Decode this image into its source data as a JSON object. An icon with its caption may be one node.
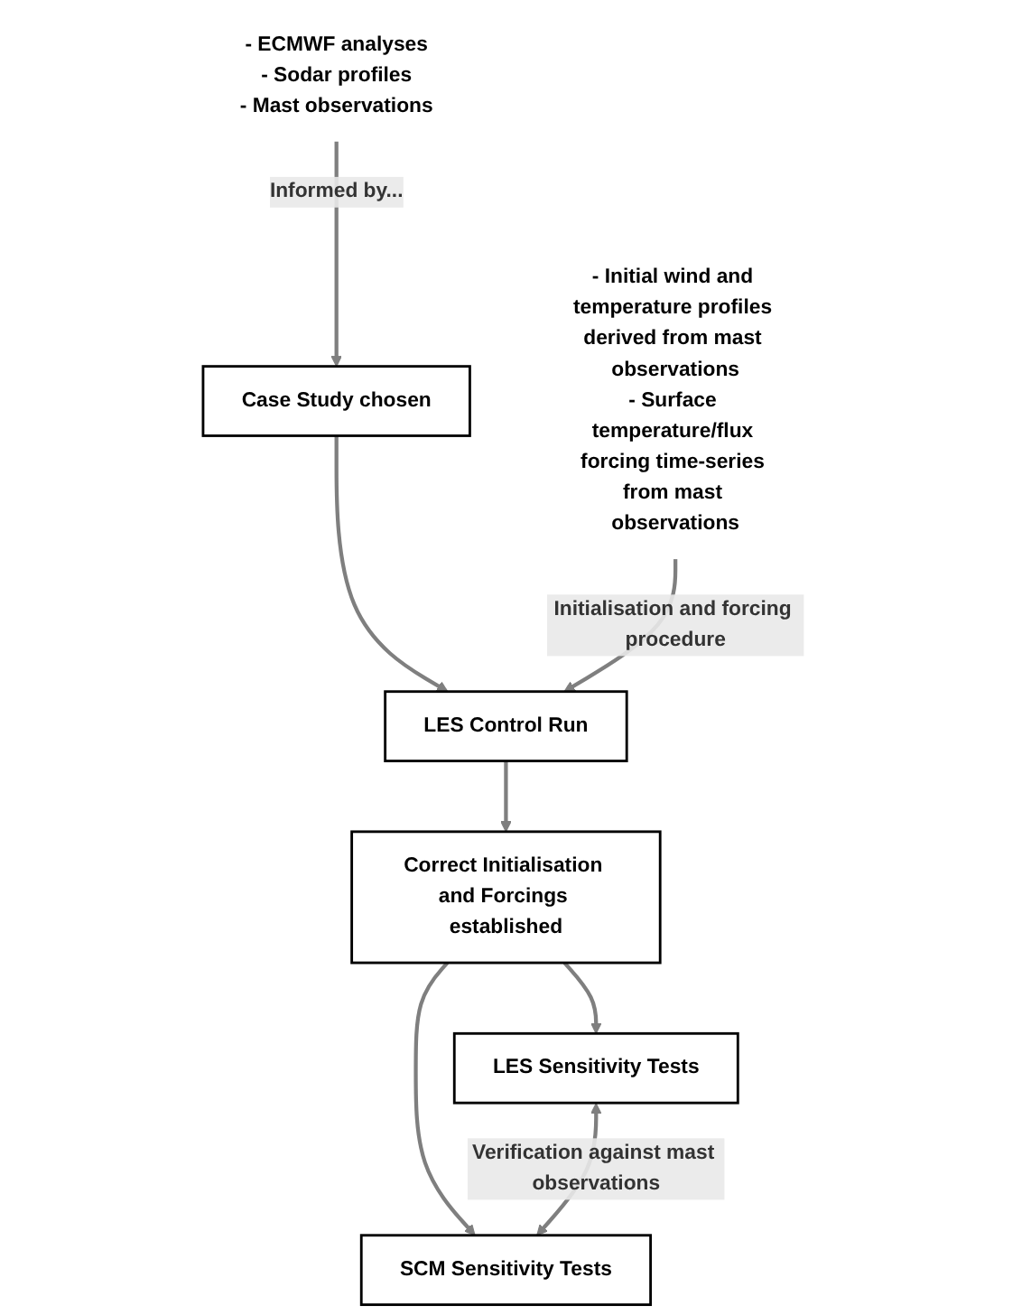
{
  "diagram": {
    "nodes": [
      {
        "text": [
          "Case Study chosen"
        ]
      },
      {
        "text": [
          "- ECMWF analyses",
          "- Sodar profiles",
          "- Mast observations"
        ]
      },
      {
        "text": [
          "LES Control Run"
        ]
      },
      {
        "text": [
          "- Initial wind and temperature profiles derived from mast observations",
          "- Surface temperature/flux forcing time-series from mast observations"
        ]
      },
      {
        "text": [
          "Correct Initialisation and Forcings established"
        ]
      },
      {
        "text": [
          "LES Sensitivity Tests"
        ]
      },
      {
        "text": [
          "SCM Sensitivity Tests"
        ]
      }
    ],
    "edges": [
      {
        "from": 1,
        "to": 0,
        "arrow": "to",
        "label": "Informed by..."
      },
      {
        "from": 0,
        "to": 2,
        "arrow": "to"
      },
      {
        "from": 3,
        "to": 2,
        "arrow": "to",
        "label": "Initialisation and forcing procedure"
      },
      {
        "from": 2,
        "to": 4,
        "arrow": "to"
      },
      {
        "from": 4,
        "to": 5,
        "arrow": "to"
      },
      {
        "from": 4,
        "to": 6,
        "arrow": "to"
      },
      {
        "from": 5,
        "to": 6,
        "arrow": "both",
        "label": "Verification against mast observations"
      }
    ]
  }
}
